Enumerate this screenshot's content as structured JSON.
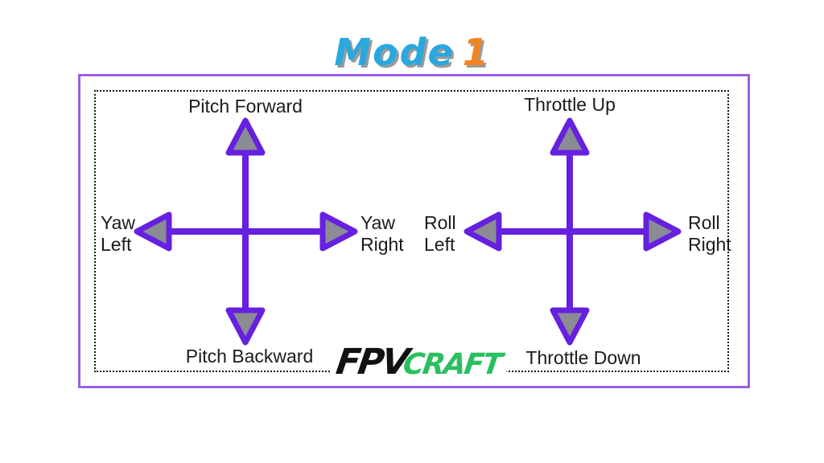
{
  "title": {
    "word": "Mode",
    "accent": "1"
  },
  "sticks": [
    {
      "name": "left-stick",
      "up": "Pitch Forward",
      "down": "Pitch Backward",
      "left": [
        "Yaw",
        "Left"
      ],
      "right": [
        "Yaw",
        "Right"
      ]
    },
    {
      "name": "right-stick",
      "up": "Throttle Up",
      "down": "Throttle Down",
      "left": [
        "Roll",
        "Left"
      ],
      "right": [
        "Roll",
        "Right"
      ]
    }
  ],
  "logo": {
    "black": "FPV",
    "green": "CRAFT"
  },
  "colors": {
    "arrow": "#6620E0",
    "arrow_fill": "#8B8B94",
    "frame_border": "#9B5FE3",
    "title_blue": "#29A8DF",
    "title_orange": "#F5831F",
    "logo_green": "#2ABF5F"
  }
}
